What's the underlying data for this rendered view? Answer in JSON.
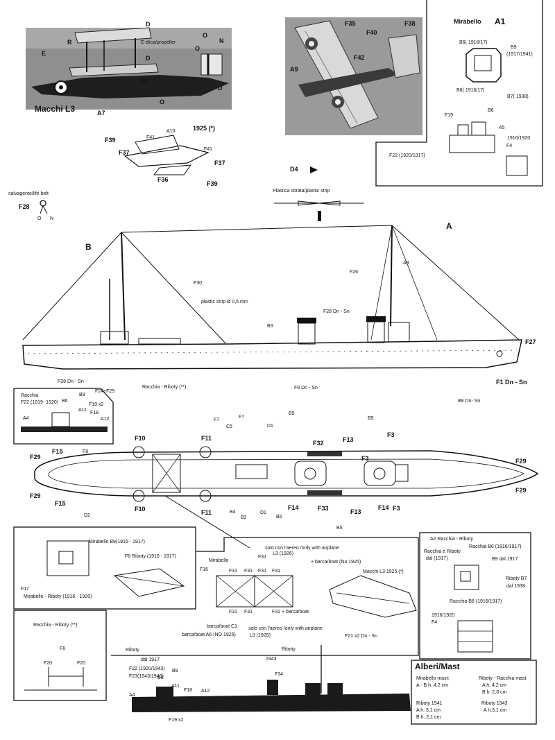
{
  "top": {
    "macchi_title": "Macchi L3",
    "macchi_labels": [
      "D",
      "R",
      "E",
      "D",
      "D",
      "A7",
      "O",
      "O",
      "N",
      "D",
      "O"
    ],
    "propeller_label": "E elica/propeller",
    "photo2_labels": [
      "F35",
      "F38",
      "F40",
      "F42",
      "A9"
    ],
    "seaplane_year": "1925 (*)",
    "seaplane_labels": [
      "F39",
      "F41",
      "A10",
      "F37",
      "F41",
      "F37",
      "F36",
      "F39"
    ],
    "lifebelt_label": "salvagente/life belt",
    "lifebelt_parts": [
      "F28",
      "O",
      "N"
    ],
    "d4_label": "D4",
    "plastic_label": "Plastica stirata/plastic strip"
  },
  "mirabello_box": {
    "title": "Mirabello",
    "code": "A1",
    "labels": [
      "B6( 1916/17)",
      "B9",
      "(1917/1941)",
      "B6( 1916/17)",
      "B7( 1938)"
    ],
    "lower_labels": [
      "F19",
      "B6",
      "A5",
      "1916/1920",
      "F4",
      "F22 (1920/1917)"
    ]
  },
  "profile": {
    "mast_labels": [
      "A",
      "B"
    ],
    "labels": [
      "F30",
      "plastic strip Ø 0,5 mm",
      "F26",
      "A9",
      "F28 Dn - Sn",
      "B3",
      "F27",
      "F28 Dn - Sn",
      "F24+F25",
      "Racchia - Riboty (**)",
      "F9 Dn - Sn",
      "F1 Dn - Sn",
      "B8 Dn- Sn"
    ]
  },
  "racchia_inset": {
    "title": "Racchia",
    "year": "F22 (1919- 1920)",
    "labels": [
      "B6",
      "B9",
      "F19 x2",
      "A11",
      "F18",
      "A12",
      "A4"
    ]
  },
  "plan": {
    "labels": [
      "F10",
      "F11",
      "F7",
      "C5",
      "F7",
      "D1",
      "B5",
      "B5",
      "F13",
      "F3",
      "F15",
      "F8",
      "F32",
      "F3",
      "F29",
      "F29",
      "F29",
      "F15",
      "D2",
      "F10",
      "F11",
      "B4",
      "B2",
      "D1",
      "B5",
      "F14",
      "F33",
      "B5",
      "F13",
      "F14",
      "F3",
      "F29"
    ]
  },
  "bottom": {
    "box1_title": "Mirabello B9(1916 - 1917)",
    "box1_f6": "F6 Riboty (1916 - 1917)",
    "box1_f17": "F17",
    "box1_caption": "Mirabello - Riboty (1916 - 1920)",
    "center_title": "Mirabello",
    "center_solo": "solo con l'aereo /only with airplane",
    "center_solo2": "L3 (1926)",
    "center_boat": "+ barca/boat (No 1925)",
    "center_macchi": "Macchi L3 1925 (*)",
    "f16": "F16",
    "f31": [
      "F31",
      "F31",
      "F31",
      "F31",
      "F31",
      "F31",
      "F31"
    ],
    "boat_c1": "barca/boat C1",
    "boat_a6": "barca/boat A6 (NO 1925)",
    "solo3": "solo con l'aereo /only with airplane",
    "solo3b": "L3 (1925)",
    "f31boat": "F31 + barca/boat",
    "f21": "F21 x2 Dn - Sn",
    "box2_title": "Racchia - Riboty (**)",
    "box2_labels": [
      "F6",
      "F20",
      "F20"
    ],
    "riboty_dal": "Riboty",
    "riboty_year": "dal 1917",
    "f22": "F22 (1920/1943)",
    "f23": "F23(1943/1946)",
    "b6": "B6",
    "b9": "B9",
    "a11": "A11",
    "f18": "F18",
    "a12": "A12",
    "a4": "A4",
    "f19": "F19 x2",
    "r1943": "1943",
    "riboty2": "Riboty",
    "f34": "F34"
  },
  "a2_box": {
    "title": "A2 Racchia - Riboty",
    "labels": [
      "Racchia e Riboty",
      "dal (1917)",
      "Racchia B6 (1916/1917)",
      "B9 dal 1917",
      "Riboty B7",
      "dal 1938",
      "Racchia B6 (1916/1917)",
      "1916/1920",
      "F4"
    ]
  },
  "masts": {
    "title": "Alberi/Mast",
    "rows": [
      {
        "left_title": "Mirabello mast:",
        "left": "A - B h. 4,2 cm",
        "right_title": "Riboty - Racchia mast",
        "right": "A h. 4,2 cm",
        "right2": "B h. 2,8 cm"
      },
      {
        "left_title": "Riboty 1941",
        "left": "A h. 3,1 cm",
        "left2": "B h. 2,1 cm",
        "right_title": "Riboty 1943",
        "right": "A h.3,1 cm"
      }
    ]
  }
}
